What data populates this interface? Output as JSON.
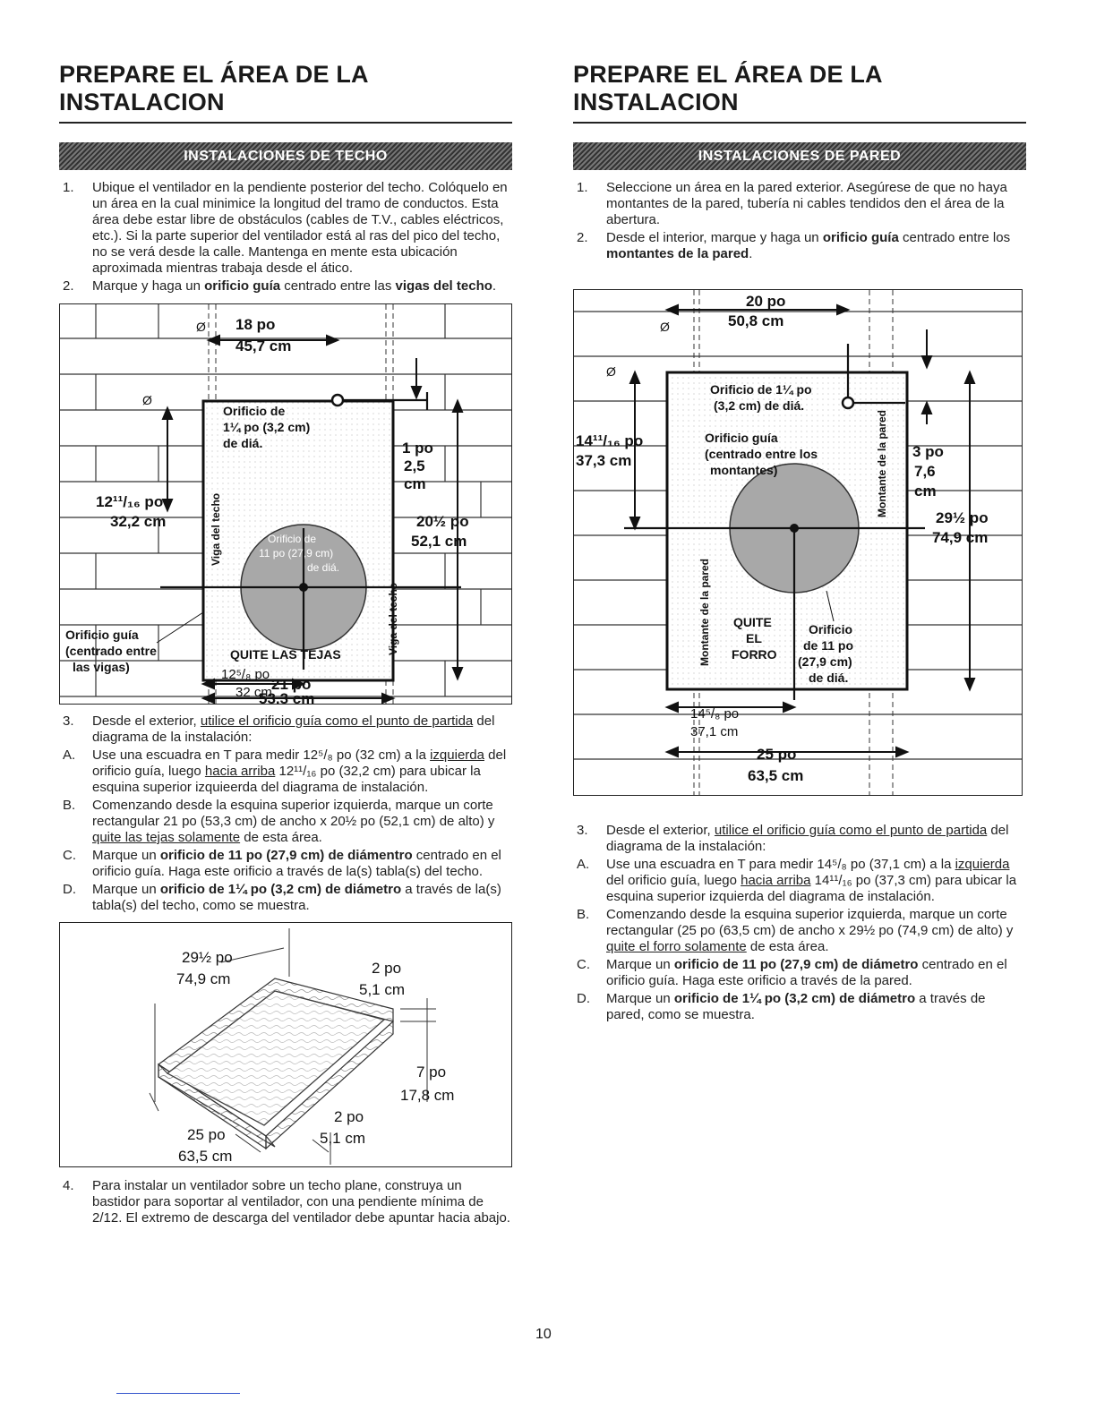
{
  "left": {
    "title_line1": "PREPARE EL ÁREA DE LA",
    "title_line2": "INSTALACION",
    "banner": "INSTALACIONES DE TECHO",
    "steps_a": [
      {
        "marker": "1.",
        "text": "Ubique el ventilador en la pendiente posterior del techo. Colóquelo en un área en la cual minimice la longitud del tramo de conductos. Esta área debe estar libre de obstáculos (cables de T.V., cables eléctricos, etc.). Si la parte superior del ventilador está al ras del pico del techo, no se verá desde la calle. Mantenga en mente esta ubicación aproximada mientras trabaja desde el ático."
      },
      {
        "marker": "2.",
        "pre": "Marque y haga un ",
        "bold1": "orificio guía",
        "mid": " centrado entre las ",
        "bold2": "vigas del techo",
        "post": "."
      }
    ],
    "diagram": {
      "zero": "Ø",
      "w1": "18 po",
      "w1m": "45,7 cm",
      "h1": "12¹¹/₁₆ po",
      "h1m": "32,2 cm",
      "hole_small_1": "Orificio de",
      "hole_small_2": "1¼ po (3,2 cm)",
      "hole_small_3": "de diá.",
      "hole_big_1": "Orificio de",
      "hole_big_2": "11 po (27,9 cm)",
      "hole_big_3": "de diá.",
      "joist": "Viga del techo",
      "d1": "1 po",
      "d1m": "2,5",
      "d1u": "cm",
      "h2": "20½ po",
      "h2m": "52,1 cm",
      "remove": "QUITE LAS TEJAS",
      "guide_1": "Orificio guía",
      "guide_2": "(centrado entre",
      "guide_3": "las vigas)",
      "w2": "12⁵/₈ po",
      "w2m": "32 cm",
      "w3": "21 po",
      "w3m": "53,3 cm"
    },
    "steps_b": [
      {
        "marker": "3.",
        "pre": "Desde el exterior, ",
        "u1": "utilice el orificio guía como el punto de partida",
        "post": " del diagrama de la instalación:"
      },
      {
        "marker": "A.",
        "t1": "Use una escuadra en T para medir 12⁵/₈ po (32 cm) a la ",
        "u1": "izquierda",
        "t2": " del orificio guía, luego ",
        "u2": "hacia arriba",
        "t3": " 12¹¹/₁₆ po (32,2 cm) para ubicar la esquina superior izquieerda del diagrama de instalación."
      },
      {
        "marker": "B.",
        "t1": "Comenzando desde la esquina superior izquierda, marque un corte rectangular 21 po (53,3 cm) de ancho x 20½ po (52,1 cm) de alto) y ",
        "u1": "quite las tejas solamente",
        "t2": " de esta área."
      },
      {
        "marker": "C.",
        "t1": "Marque un ",
        "b1": "orificio de 11 po (27,9 cm) de diámentro",
        "t2": " centrado en el orificio guía. Haga este orificio a través de la(s) tabla(s) del techo."
      },
      {
        "marker": "D.",
        "t1": "Marque un ",
        "b1": "orificio de 1¼ po (3,2 cm) de diámetro",
        "t2": " a través de la(s) tabla(s) del techo, como se muestra."
      }
    ],
    "frame_diagram": {
      "l1": "29½ po",
      "l1m": "74,9 cm",
      "l2": "2 po",
      "l2m": "5,1 cm",
      "l3": "7 po",
      "l3m": "17,8 cm",
      "l4": "2 po",
      "l4m": "5,1 cm",
      "l5": "25 po",
      "l5m": "63,5 cm"
    },
    "step_4": {
      "marker": "4.",
      "text": "Para instalar un ventilador sobre un techo plane, construya un bastidor para soportar al ventilador, con una pendiente mínima de 2/12. El extremo de descarga del ventilador debe apuntar hacia abajo."
    }
  },
  "right": {
    "title_line1": "PREPARE EL ÁREA DE LA",
    "title_line2": "INSTALACION",
    "banner": "INSTALACIONES DE PARED",
    "steps_a": [
      {
        "marker": "1.",
        "text": "Seleccione un área en la pared exterior. Asegúrese de que no haya montantes de la pared, tubería ni cables tendidos den el área de la abertura."
      },
      {
        "marker": "2.",
        "pre": "Desde el interior, marque y haga un ",
        "bold1": "orificio guía",
        "mid": " centrado entre los ",
        "bold2": "montantes de la pared",
        "post": "."
      }
    ],
    "diagram": {
      "zero": "Ø",
      "w1": "20 po",
      "w1m": "50,8 cm",
      "hole_small_1": "Orificio de 1¼ po",
      "hole_small_2": "(3,2 cm) de diá.",
      "h1": "14¹¹/₁₆ po",
      "h1m": "37,3 cm",
      "guide_1": "Orificio guía",
      "guide_2": "(centrado entre los",
      "guide_3": "montantes)",
      "stud": "Montante de la pared",
      "d1": "3 po",
      "d1m": "7,6",
      "d1u": "cm",
      "h2": "29½ po",
      "h2m": "74,9 cm",
      "remove_1": "QUITE",
      "remove_2": "EL",
      "remove_3": "FORRO",
      "hole_big_1": "Orificio",
      "hole_big_2": "de 11 po",
      "hole_big_3": "(27,9 cm)",
      "hole_big_4": "de diá.",
      "w2": "14⁵/₈ po",
      "w2m": "37,1 cm",
      "w3": "25 po",
      "w3m": "63,5 cm"
    },
    "steps_b": [
      {
        "marker": "3.",
        "pre": "Desde el exterior, ",
        "u1": "utilice el orificio guía como el punto de partida",
        "post": " del diagrama de la instalación:"
      },
      {
        "marker": "A.",
        "t1": "Use una escuadra en T para medir 14⁵/₈ po (37,1 cm) a la ",
        "u1": "izquierda",
        "t2": " del orificio guía, luego ",
        "u2": "hacia arriba",
        "t3": " 14¹¹/₁₆ po (37,3 cm) para ubicar la esquina superior izquierda del diagrama de instalación."
      },
      {
        "marker": "B.",
        "t1": "Comenzando desde la esquina superior izquierda, marque un corte rectangular (25 po (63,5 cm) de ancho x 29½ po (74,9 cm) de alto) y ",
        "u1": "quite el forro solamente",
        "t2": " de esta área."
      },
      {
        "marker": "C.",
        "t1": "Marque un ",
        "b1": "orificio de 11 po (27,9 cm) de diámetro",
        "t2": " centrado en el orificio guía. Haga este orificio a través de la pared."
      },
      {
        "marker": "D.",
        "t1": "Marque un ",
        "b1": "orificio de 1¼ po (3,2 cm) de diámetro",
        "t2": " a través de pared, como se muestra."
      }
    ]
  },
  "page_number": "10"
}
